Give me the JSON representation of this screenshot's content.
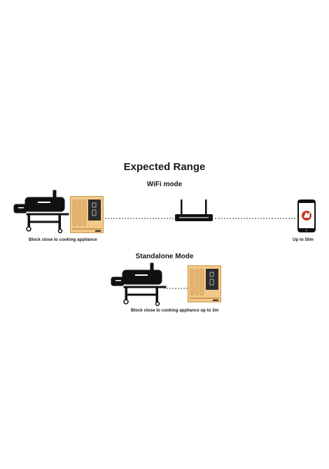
{
  "diagram": {
    "title": "Expected Range",
    "wifi_mode": {
      "label": "WiFi mode",
      "left_caption": "Block close to cooking appliance",
      "right_caption": "Up to 50m"
    },
    "standalone_mode": {
      "label": "Standalone Mode",
      "caption": "Block close to cooking appliance up to 3m"
    },
    "colors": {
      "block_fill": "#f2c98a",
      "block_stroke": "#c99a50",
      "screen": "#2b2b2b",
      "smoker": "#111111",
      "dots": "#9a9a9a",
      "app_logo": "#c0392b"
    }
  }
}
